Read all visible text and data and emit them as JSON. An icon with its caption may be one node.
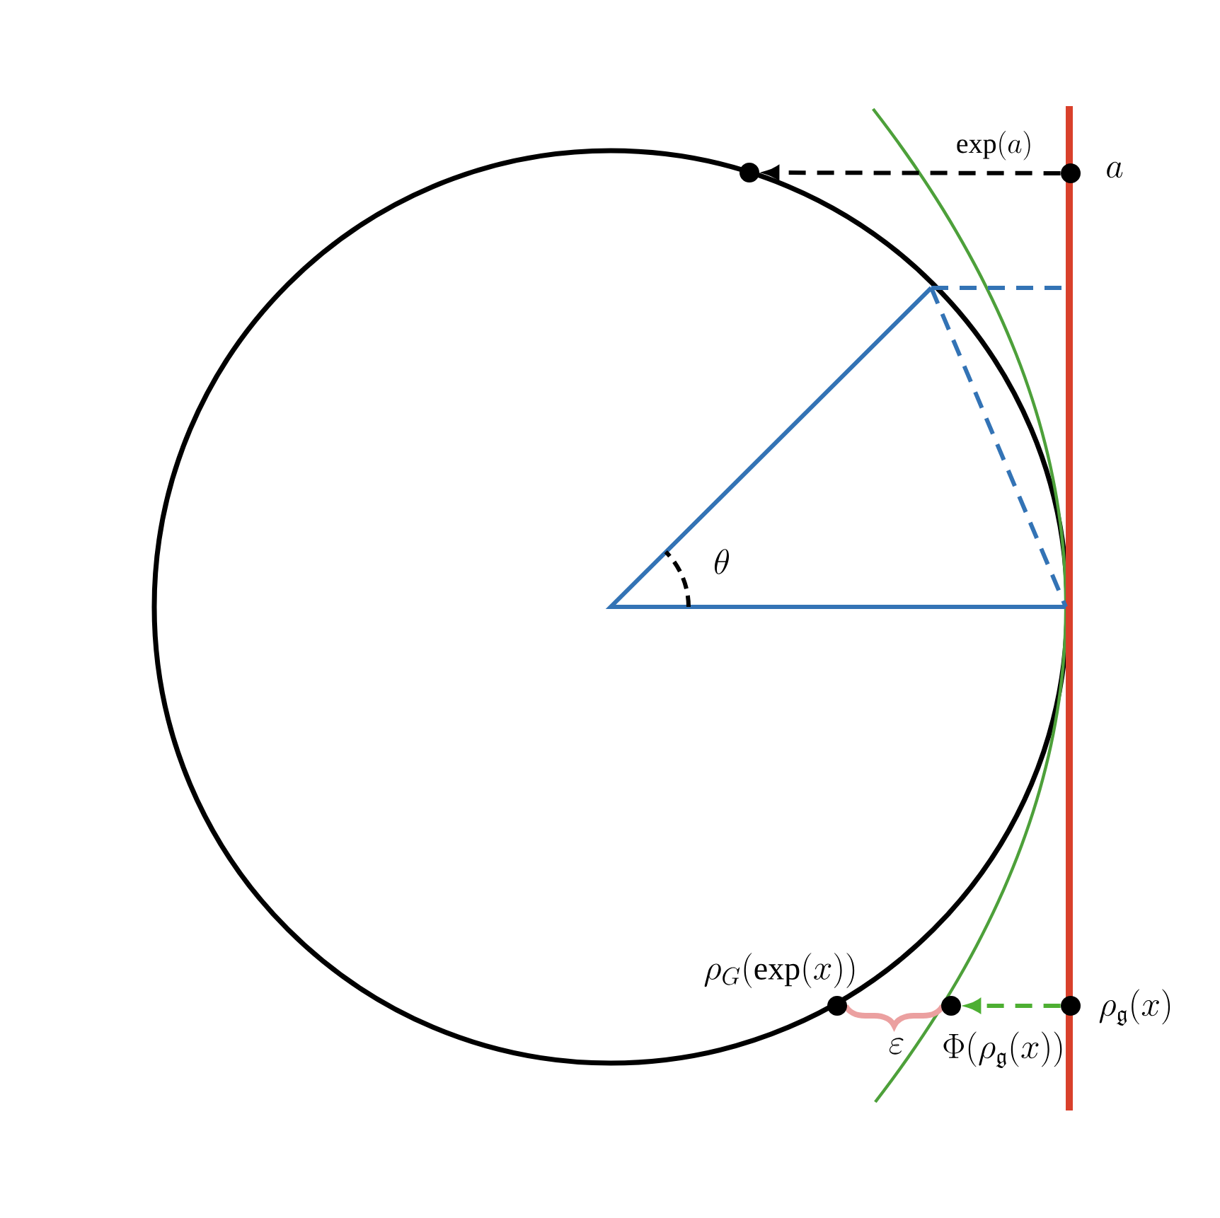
{
  "diagram": {
    "nodes": [
      {
        "text": [],
        "shape": "circle"
      },
      {
        "text": [],
        "shape": "circle",
        "beside": [
          "a"
        ]
      },
      {
        "text": [],
        "shape": "circle",
        "beside": [
          "\\rho_G(\\exp(x))"
        ]
      },
      {
        "text": [],
        "shape": "circle",
        "beside": [
          "\\Phi(\\rho_{\\mathfrak{g}}(x))"
        ]
      },
      {
        "text": [],
        "shape": "circle",
        "beside": [
          "\\rho_{\\mathfrak{g}}(x)"
        ]
      }
    ],
    "edges": [
      {
        "from": 1,
        "to": 0,
        "arrow": "to",
        "label": "\\exp(a)",
        "style": "dashed"
      },
      {
        "from": 4,
        "to": 3,
        "arrow": "to",
        "style": "dashed",
        "color": "#4daf32"
      }
    ],
    "labels": [
      "\\theta",
      "\\varepsilon"
    ]
  }
}
